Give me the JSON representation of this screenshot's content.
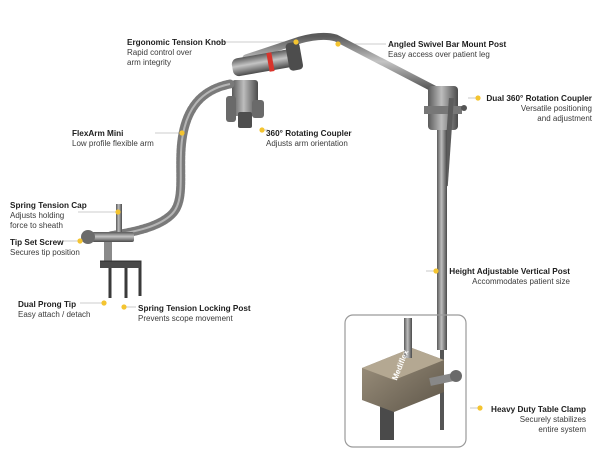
{
  "brand": "Mediflex",
  "colors": {
    "accent": "#f4c430",
    "metal": "#8a8a8a",
    "ring": "#d8342c"
  },
  "callouts": [
    {
      "key": "ergonomic_knob",
      "title": "Ergonomic Tension Knob",
      "desc1": "Rapid control over",
      "desc2": "arm integrity"
    },
    {
      "key": "swivel_bar",
      "title": "Angled Swivel Bar Mount Post",
      "desc1": "Easy access over patient leg",
      "desc2": ""
    },
    {
      "key": "rotation_coupler",
      "title": "Dual 360° Rotation Coupler",
      "desc1": "Versatile positioning",
      "desc2": "and adjustment"
    },
    {
      "key": "flexarm",
      "title": "FlexArm Mini",
      "desc1": "Low profile flexible arm",
      "desc2": ""
    },
    {
      "key": "rotating_coupler",
      "title": "360° Rotating Coupler",
      "desc1": "Adjusts arm orientation",
      "desc2": ""
    },
    {
      "key": "spring_cap",
      "title": "Spring Tension Cap",
      "desc1": "Adjusts holding",
      "desc2": "force to sheath"
    },
    {
      "key": "tip_screw",
      "title": "Tip Set Screw",
      "desc1": "Secures tip position",
      "desc2": ""
    },
    {
      "key": "vertical_post",
      "title": "Height Adjustable Vertical Post",
      "desc1": "Accommodates patient size",
      "desc2": ""
    },
    {
      "key": "prong_tip",
      "title": "Dual Prong Tip",
      "desc1": "Easy attach / detach",
      "desc2": ""
    },
    {
      "key": "locking_post",
      "title": "Spring Tension Locking Post",
      "desc1": "Prevents scope movement",
      "desc2": ""
    },
    {
      "key": "table_clamp",
      "title": "Heavy Duty Table Clamp",
      "desc1": "Securely stabilizes",
      "desc2": "entire system"
    }
  ]
}
